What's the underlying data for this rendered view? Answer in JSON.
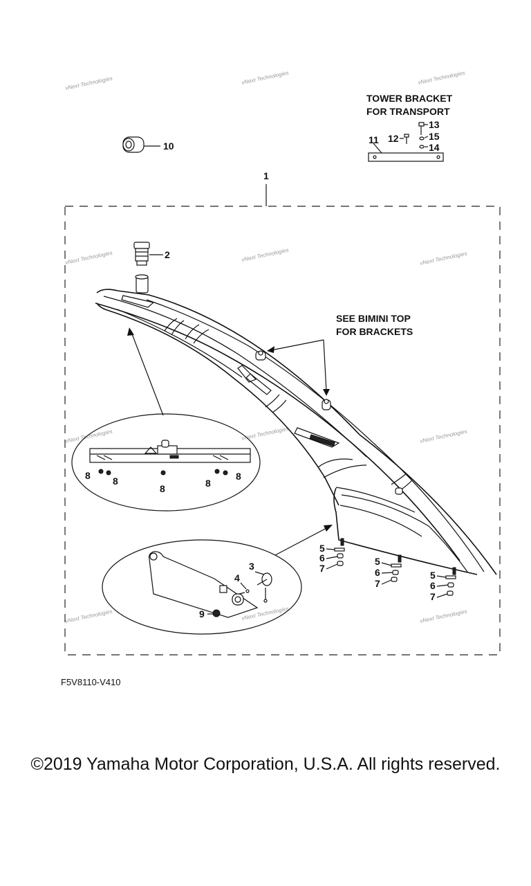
{
  "labels": {
    "l1": "1",
    "l2": "2",
    "l3": "3",
    "l4": "4",
    "l5": "5",
    "l6": "6",
    "l7": "7",
    "l8": "8",
    "l9": "9",
    "l10": "10",
    "l11": "11",
    "l12": "12",
    "l13": "13",
    "l14": "14",
    "l15": "15"
  },
  "notes": {
    "tower_bracket_line1": "TOWER BRACKET",
    "tower_bracket_line2": "FOR TRANSPORT",
    "bimini_line1": "SEE BIMINI TOP",
    "bimini_line2": "FOR BRACKETS"
  },
  "watermark": "vNext Technologies",
  "diagram_code": "F5V8110-V410",
  "copyright": "©2019 Yamaha Motor Corporation, U.S.A. All rights reserved."
}
